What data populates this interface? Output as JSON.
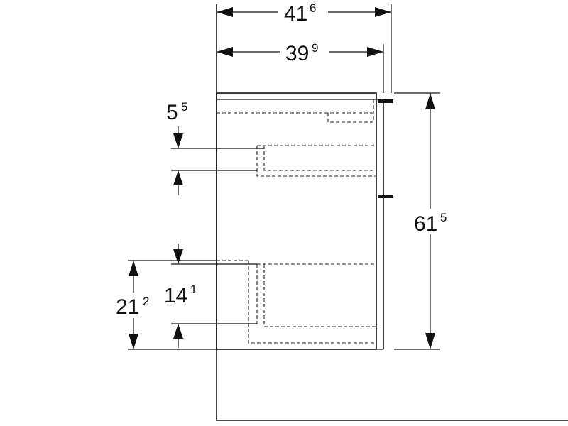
{
  "dimensions": {
    "overall_width": {
      "main": "41",
      "sup": "6"
    },
    "inner_width": {
      "main": "39",
      "sup": "9"
    },
    "drawer_gap": {
      "main": "5",
      "sup": "5"
    },
    "total_height": {
      "main": "61",
      "sup": "5"
    },
    "bottom_height": {
      "main": "21",
      "sup": "2"
    },
    "bottom_drawer_height": {
      "main": "14",
      "sup": "1"
    }
  },
  "colors": {
    "line": "#111111",
    "background": "#ffffff"
  }
}
